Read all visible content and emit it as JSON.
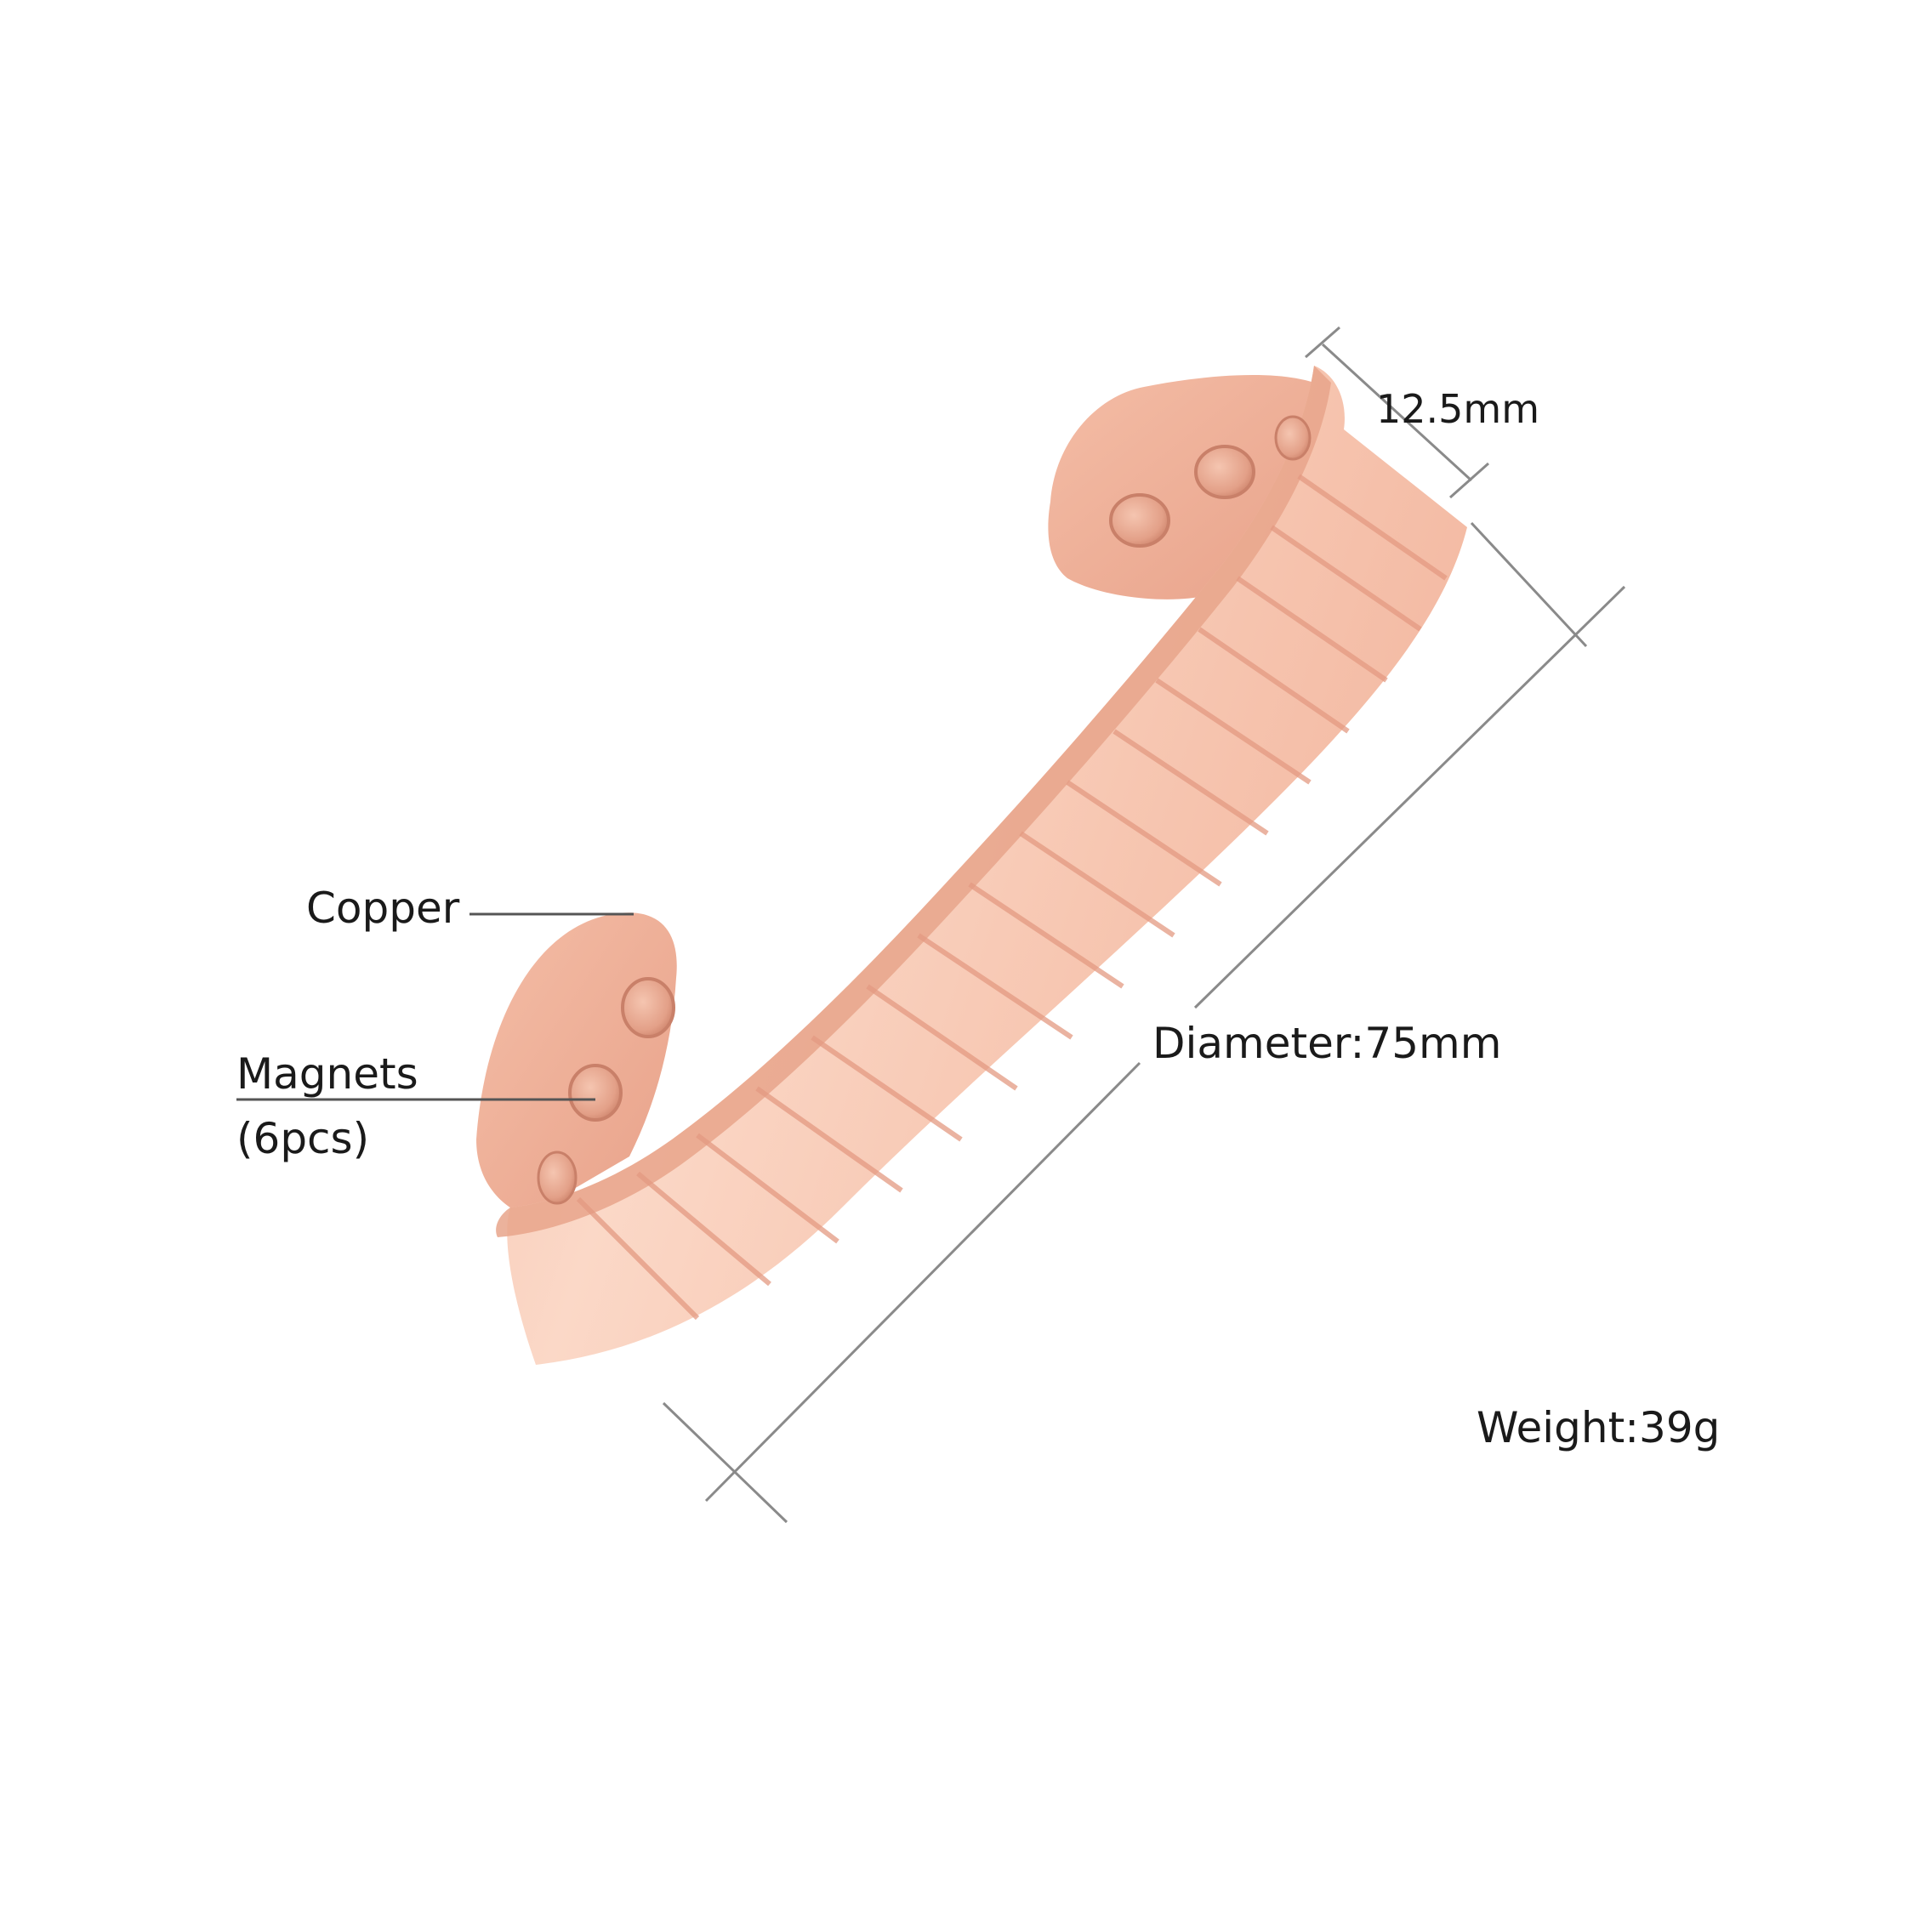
{
  "labels": {
    "width": "12.5mm",
    "diameter": "Diameter:75mm",
    "weight": "Weight:39g",
    "copper": "Copper",
    "magnets_line1": "Magnets",
    "magnets_line2": "(6pcs)"
  },
  "colors": {
    "background": "#ffffff",
    "text": "#1a1a1a",
    "dimension_line": "#8a8a8a",
    "copper_light": "#fbd6c4",
    "copper_mid": "#f2b39a",
    "copper_dark": "#d98b72",
    "magnet": "#e9a88e"
  }
}
